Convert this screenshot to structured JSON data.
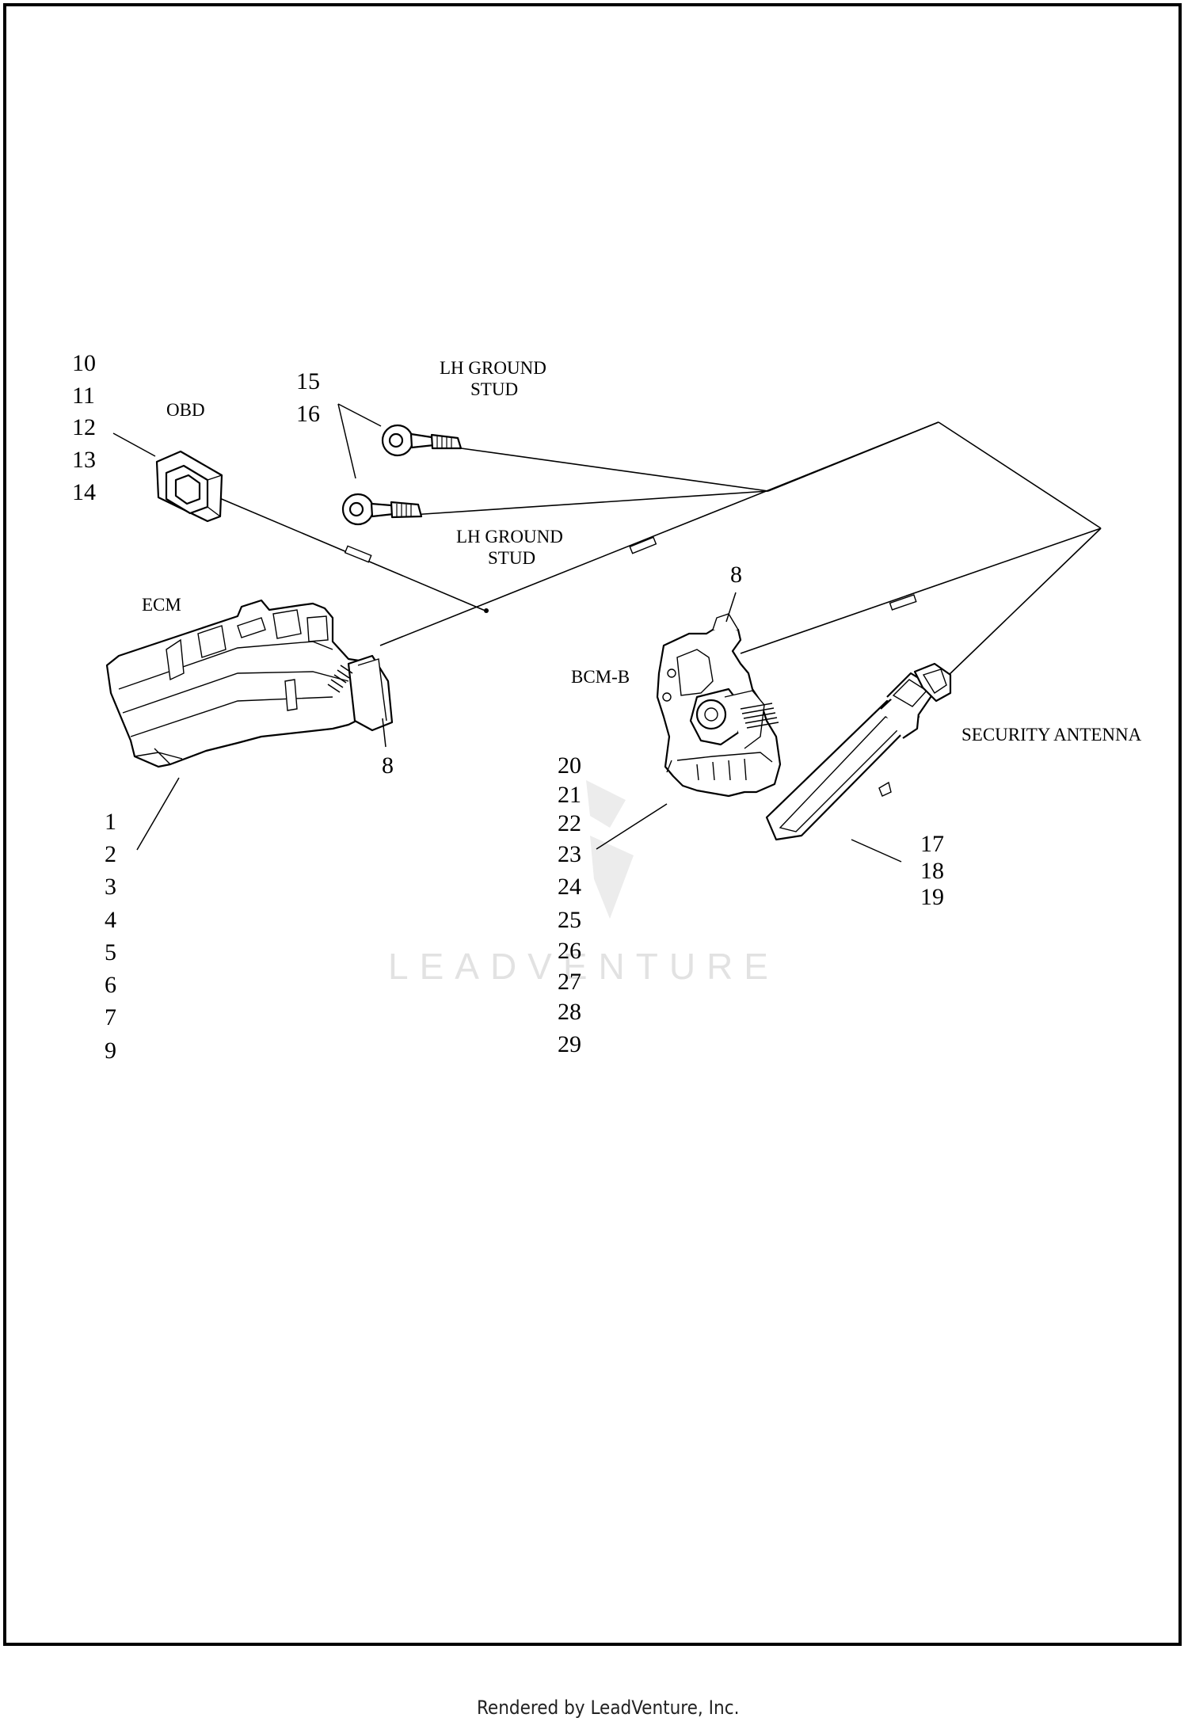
{
  "components": {
    "obd": "OBD",
    "ecm": "ECM",
    "bcm": "BCM-B",
    "security_antenna": "SECURITY ANTENNA",
    "ground_stud_upper": [
      "LH GROUND",
      "STUD"
    ],
    "ground_stud_lower": [
      "LH GROUND",
      "STUD"
    ]
  },
  "callouts": {
    "obd_group": [
      "10",
      "11",
      "12",
      "13",
      "14"
    ],
    "ring_terminals": [
      "15",
      "16"
    ],
    "ecm_group": [
      "1",
      "2",
      "3",
      "4",
      "5",
      "6",
      "7",
      "9"
    ],
    "ecm_connector": "8",
    "bcm_connector": "8",
    "bcm_group": [
      "20",
      "21",
      "22",
      "23",
      "24",
      "25",
      "26",
      "27",
      "28",
      "29"
    ],
    "antenna_group": [
      "17",
      "18",
      "19"
    ]
  },
  "watermark": "LEADVENTURE",
  "footer": "Rendered by LeadVenture, Inc."
}
